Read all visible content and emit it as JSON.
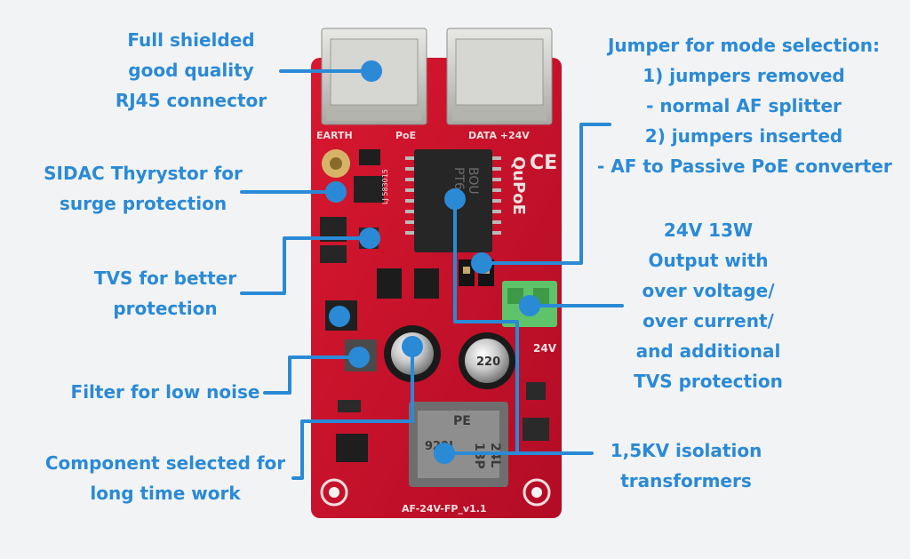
{
  "colors": {
    "accent": "#2a8ad6",
    "pcb": "#c8102e",
    "background": "#f2f3f4"
  },
  "board": {
    "silk_earth": "EARTH",
    "silk_poe": "PoE",
    "silk_data": "DATA +24V",
    "silk_model": "AF-24V-FP_v1.1",
    "silk_24v": "24V",
    "silk_brand": "QuPoE",
    "silk_ce": "CE",
    "chip_text_1": "BOU",
    "chip_text_2": "PT6",
    "cap_text": "220",
    "xfmr_text_1": "PE",
    "xfmr_text_2": "13P",
    "xfmr_text_3": "24L",
    "xfmr_text_4": "929J",
    "date_code": "LJ 583015"
  },
  "labels": {
    "rj45": [
      "Full shielded",
      "good quality",
      "RJ45 connector"
    ],
    "sidac": [
      "SIDAC Thyrystor for",
      "surge protection"
    ],
    "tvs": [
      "TVS for better",
      "protection"
    ],
    "filter": [
      "Filter for low noise"
    ],
    "component": [
      "Component selected for",
      "long time work"
    ],
    "jumper": [
      "Jumper for mode selection:",
      "1) jumpers removed",
      "- normal AF splitter",
      "2) jumpers inserted",
      "- AF to Passive PoE converter"
    ],
    "output": [
      "24V 13W",
      "Output with",
      "over voltage/",
      "over current/",
      "and additional",
      "TVS protection"
    ],
    "isolation": [
      "1,5KV isolation",
      "transformers"
    ]
  }
}
